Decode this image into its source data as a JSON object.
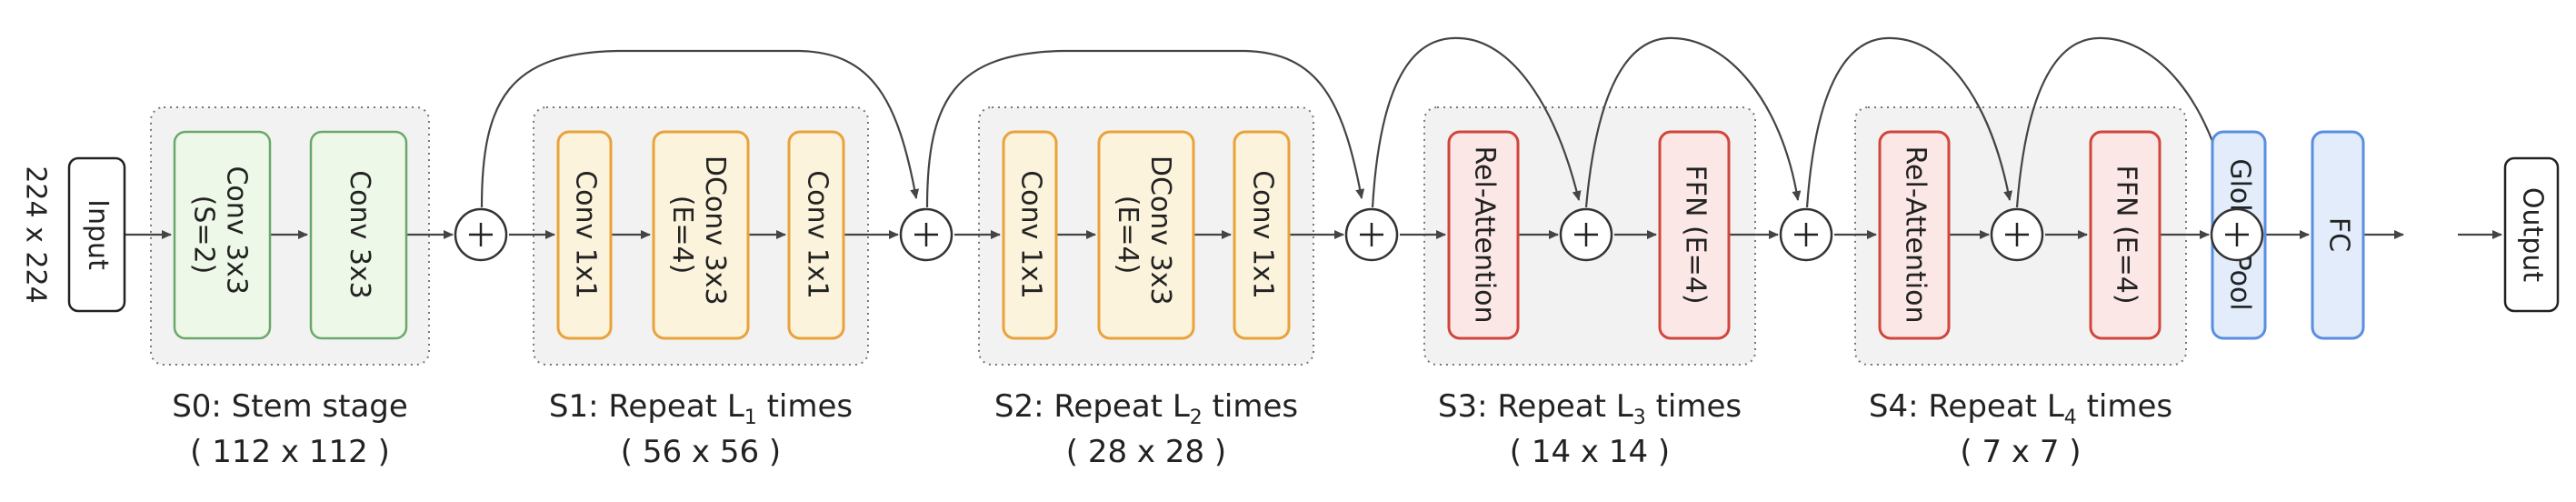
{
  "input_size": "224 x 224",
  "colors": {
    "green_fill": "#eef8e8",
    "green_stroke": "#6aa86a",
    "yellow_fill": "#fbf3dc",
    "yellow_stroke": "#eaa23a",
    "red_fill": "#fbe7e5",
    "red_stroke": "#d0463c",
    "blue_fill": "#e3ecfb",
    "blue_stroke": "#5a8ee0",
    "white_fill": "#ffffff",
    "white_stroke": "#222222"
  },
  "blocks": {
    "input": "Input",
    "s0_conv1_l1": "Conv 3x3",
    "s0_conv1_l2": "(S=2)",
    "s0_conv2": "Conv 3x3",
    "s1_conv1": "Conv 1x1",
    "s1_dconv_l1": "DConv 3x3",
    "s1_dconv_l2": "(E=4)",
    "s1_conv2": "Conv 1x1",
    "s2_conv1": "Conv 1x1",
    "s2_dconv_l1": "DConv 3x3",
    "s2_dconv_l2": "(E=4)",
    "s2_conv2": "Conv 1x1",
    "s3_attn": "Rel-Attention",
    "s3_ffn": "FFN (E=4)",
    "s4_attn": "Rel-Attention",
    "s4_ffn": "FFN (E=4)",
    "global_pool": "Global Pool",
    "fc": "FC",
    "output": "Output"
  },
  "stages": [
    {
      "name": "S0: Stem stage",
      "size": "( 112 x 112 )"
    },
    {
      "prefix": "S1: Repeat L",
      "sub": "1",
      "suffix": " times",
      "size": "( 56 x 56 )"
    },
    {
      "prefix": "S2: Repeat L",
      "sub": "2",
      "suffix": " times",
      "size": "( 28 x 28 )"
    },
    {
      "prefix": "S3: Repeat L",
      "sub": "3",
      "suffix": " times",
      "size": "( 14 x 14 )"
    },
    {
      "prefix": "S4: Repeat L",
      "sub": "4",
      "suffix": " times",
      "size": "( 7 x 7 )"
    }
  ],
  "plus_symbol": "+"
}
